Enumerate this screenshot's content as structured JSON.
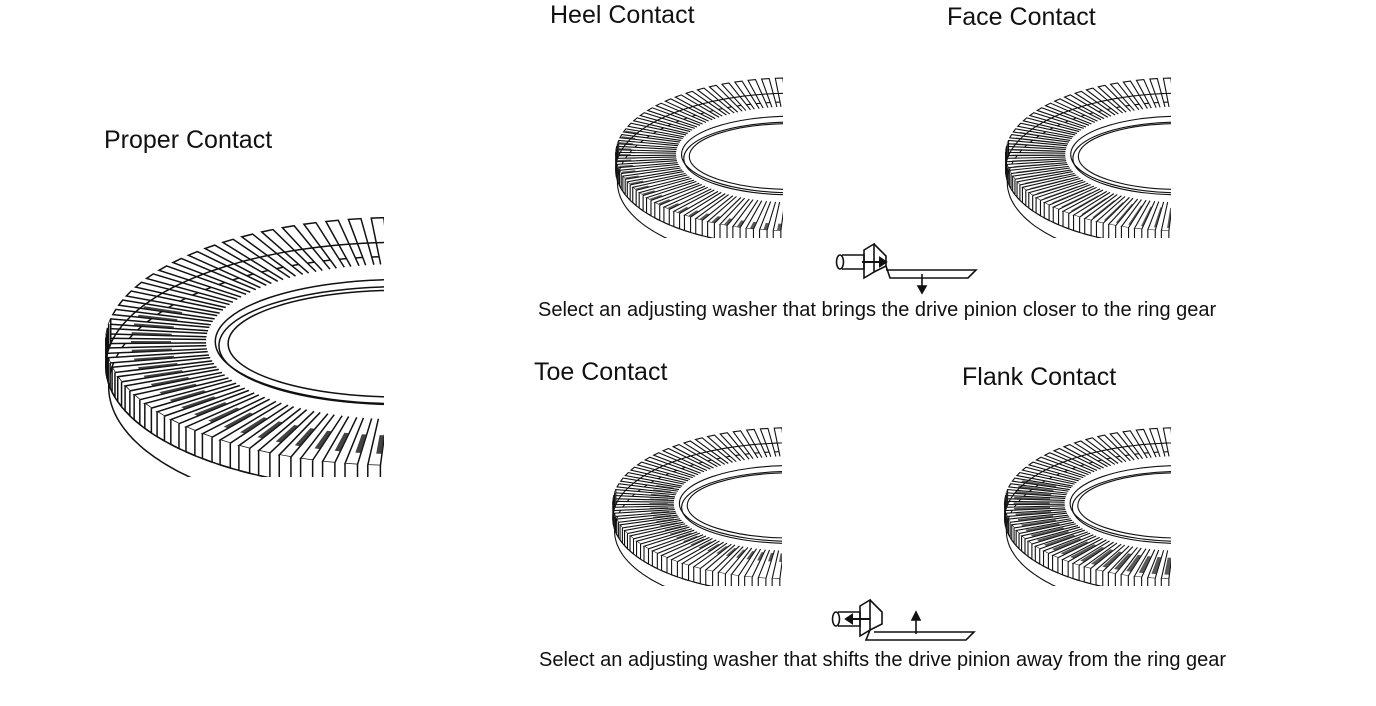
{
  "diagrams": {
    "proper": {
      "label": "Proper Contact"
    },
    "heel": {
      "label": "Heel Contact"
    },
    "face": {
      "label": "Face Contact"
    },
    "toe": {
      "label": "Toe Contact"
    },
    "flank": {
      "label": "Flank Contact"
    }
  },
  "captions": {
    "closer": "Select an adjusting washer that brings the drive pinion closer to the ring gear",
    "away": "Select an adjusting washer that shifts the drive pinion away from the ring gear"
  }
}
